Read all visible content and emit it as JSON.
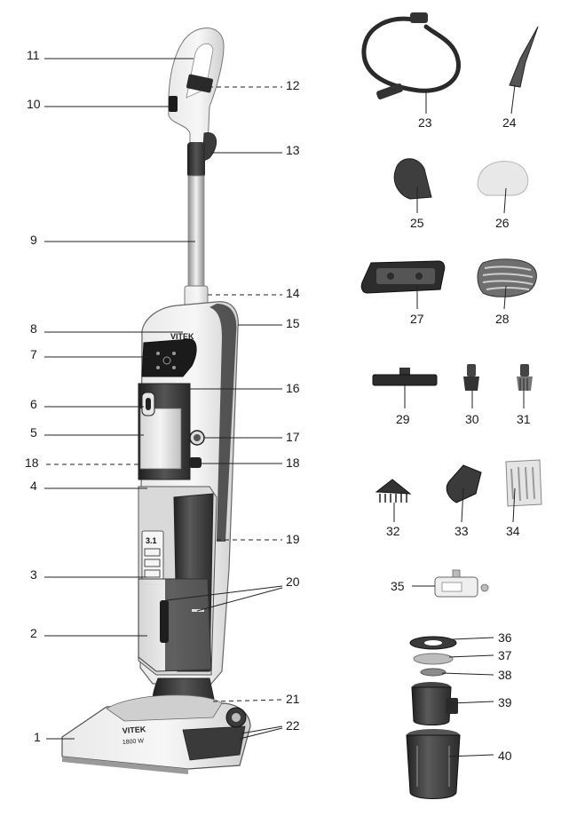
{
  "labels": [
    "1",
    "2",
    "3",
    "4",
    "5",
    "6",
    "7",
    "8",
    "9",
    "10",
    "11",
    "12",
    "13",
    "14",
    "15",
    "16",
    "17",
    "18",
    "19",
    "20",
    "21",
    "22",
    "23",
    "24",
    "25",
    "26",
    "27",
    "28",
    "29",
    "30",
    "31",
    "32",
    "33",
    "34",
    "35",
    "36",
    "37",
    "38",
    "39",
    "40"
  ],
  "label18_left": "18",
  "body_brand": "VITEK",
  "base_brand": "VITEK",
  "base_power": "1800 W",
  "display_text": "3.1"
}
